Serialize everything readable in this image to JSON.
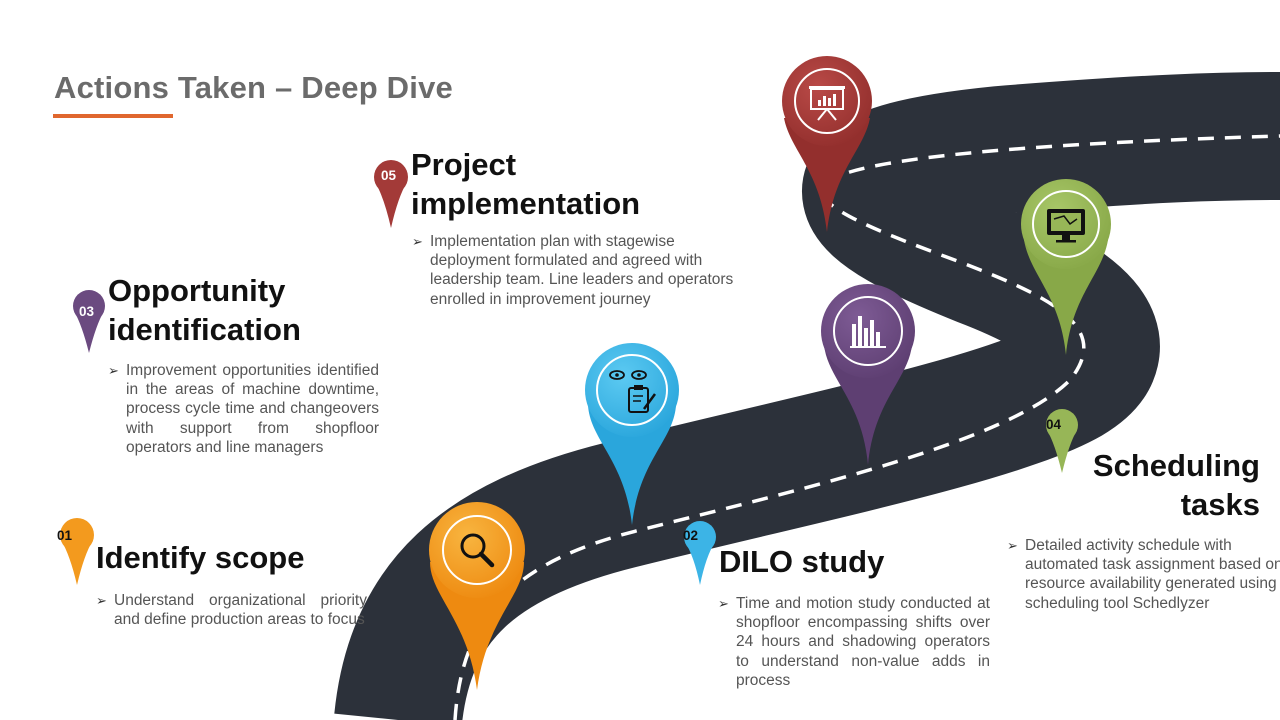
{
  "slide": {
    "title": "Actions Taken – Deep Dive",
    "accent_color": "#e0672e"
  },
  "colors": {
    "road": "#2c313a",
    "orange": "#f39a1e",
    "blue": "#3cb4e6",
    "purple": "#6b4a80",
    "green": "#97b657",
    "red": "#a33a38"
  },
  "steps": [
    {
      "number": "01",
      "heading": "Identify scope",
      "description": "Understand organizational priority and define production areas to focus",
      "color": "#f39a1e",
      "icon": "magnifier-icon"
    },
    {
      "number": "02",
      "heading": "DILO study",
      "description": "Time and motion study conducted at shopfloor encompassing shifts over 24 hours and shadowing operators to understand non-value adds in process",
      "color": "#3cb4e6",
      "icon": "eyes-clipboard-icon"
    },
    {
      "number": "03",
      "heading": "Opportunity identification",
      "heading_lines": [
        "Opportunity",
        "identification"
      ],
      "description": "Improvement opportunities identified in the areas of machine downtime, process cycle time and changeovers with support from shopfloor operators and line managers",
      "color": "#6b4a80",
      "icon": "bar-chart-icon"
    },
    {
      "number": "04",
      "heading": "Scheduling tasks",
      "heading_lines": [
        "Scheduling",
        "tasks"
      ],
      "description": "Detailed activity schedule with automated task assignment based on resource availability generated using scheduling tool Schedlyzer",
      "color": "#97b657",
      "icon": "monitor-icon"
    },
    {
      "number": "05",
      "heading": "Project implementation",
      "heading_lines": [
        "Project",
        "implementation"
      ],
      "description": "Implementation plan with stagewise deployment formulated and agreed with leadership team. Line leaders and operators enrolled in improvement journey",
      "color": "#a33a38",
      "icon": "presentation-board-icon"
    }
  ]
}
